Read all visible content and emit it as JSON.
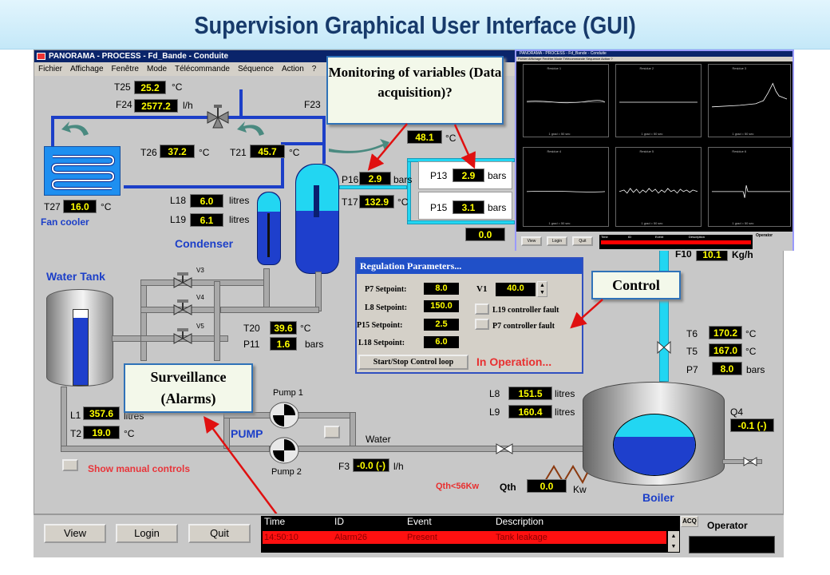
{
  "header": {
    "title": "Supervision Graphical User Interface (GUI)"
  },
  "window": {
    "title": "PANORAMA - PROCESS - Fd_Bande - Conduite",
    "menu": [
      "Fichier",
      "Affichage",
      "Fenêtre",
      "Mode",
      "Télécommande",
      "Séquence",
      "Action",
      "?"
    ]
  },
  "sensors": {
    "T25": {
      "label": "T25",
      "value": "25.2",
      "unit": "°C"
    },
    "F24": {
      "label": "F24",
      "value": "2577.2",
      "unit": "l/h"
    },
    "F23": {
      "label": "F23"
    },
    "T26": {
      "label": "T26",
      "value": "37.2",
      "unit": "°C"
    },
    "T21": {
      "label": "T21",
      "value": "45.7",
      "unit": "°C"
    },
    "T27": {
      "label": "T27",
      "value": "16.0",
      "unit": "°C"
    },
    "L18": {
      "label": "L18",
      "value": "6.0",
      "unit": "litres"
    },
    "L19": {
      "label": "L19",
      "value": "6.1",
      "unit": "litres"
    },
    "P16": {
      "label": "P16",
      "value": "2.9",
      "unit": "bars"
    },
    "T17": {
      "label": "T17",
      "value": "132.9",
      "unit": "°C"
    },
    "P13": {
      "label": "P13",
      "value": "2.9",
      "unit": "bars"
    },
    "P15": {
      "label": "P15",
      "value": "3.1",
      "unit": "bars"
    },
    "extra": {
      "value": "0.0"
    },
    "top": {
      "value": "48.1",
      "unit": "°C"
    },
    "F10": {
      "label": "F10",
      "value": "10.1",
      "unit": "Kg/h"
    },
    "T20": {
      "label": "T20",
      "value": "39.6",
      "unit": "°C"
    },
    "P11": {
      "label": "P11",
      "value": "1.6",
      "unit": "bars"
    },
    "L1": {
      "label": "L1",
      "value": "357.6",
      "unit": "litres"
    },
    "T2": {
      "label": "T2",
      "value": "19.0",
      "unit": "°C"
    },
    "L8": {
      "label": "L8",
      "value": "151.5",
      "unit": "litres"
    },
    "L9": {
      "label": "L9",
      "value": "160.4",
      "unit": "litres"
    },
    "T6": {
      "label": "T6",
      "value": "170.2",
      "unit": "°C"
    },
    "T5": {
      "label": "T5",
      "value": "167.0",
      "unit": "°C"
    },
    "P7": {
      "label": "P7",
      "value": "8.0",
      "unit": "bars"
    },
    "Q4": {
      "label": "Q4",
      "value": "-0.1 (-)"
    },
    "F3": {
      "label": "F3",
      "value": "-0.0 (-)",
      "unit": "l/h"
    },
    "Qth": {
      "label": "Qth",
      "value": "0.0",
      "unit": "Kw",
      "alarm": "Qth<56Kw"
    }
  },
  "labels": {
    "fan_cooler": "Fan cooler",
    "condenser": "Condenser",
    "water_tank": "Water Tank",
    "pump": "PUMP",
    "pump1": "Pump 1",
    "pump2": "Pump 2",
    "water": "Water",
    "boiler": "Boiler",
    "show_manual": "Show manual controls",
    "v3": "V3",
    "v4": "V4",
    "v5": "V5"
  },
  "regulation": {
    "title": "Regulation Parameters...",
    "params": [
      {
        "label": "P7 Setpoint:",
        "value": "8.0"
      },
      {
        "label": "L8 Setpoint:",
        "value": "150.0"
      },
      {
        "label": "P15 Setpoint:",
        "value": "2.5"
      },
      {
        "label": "L18 Setpoint:",
        "value": "6.0"
      }
    ],
    "v1_label": "V1",
    "v1_value": "40.0",
    "fault1": "L19 controller fault",
    "fault2": "P7 controller fault",
    "start_stop": "Start/Stop Control loop",
    "status": "In Operation..."
  },
  "callouts": {
    "monitoring": "Monitoring of variables (Data acquisition)?",
    "control": "Control",
    "surveillance": "Surveillance (Alarms)"
  },
  "alarm_panel": {
    "view": "View",
    "login": "Login",
    "quit": "Quit",
    "headers": [
      "Time",
      "ID",
      "Event",
      "Description"
    ],
    "rows": [
      {
        "time": "14:50:10",
        "id": "Alarm26",
        "event": "Present",
        "desc": "Tank leakage"
      }
    ],
    "acq": "ACQ",
    "operator": "Operator"
  },
  "mini_window": {
    "title": "PANORAMA - PROCESS - Fd_Bande - Conduite",
    "menu": "Fichier Affichage Fenêtre Mode Télécommande Séquence Action ?",
    "plots": [
      "Residue 1",
      "Residue 2",
      "Residue 3",
      "Residue 4",
      "Residue 5",
      "Residue 6"
    ],
    "x_caption": "1 grad = 50 sec",
    "buttons": [
      "View",
      "Login",
      "Quit"
    ],
    "headers": [
      "Time",
      "ID",
      "Event",
      "Description"
    ],
    "operator": "Operator"
  }
}
